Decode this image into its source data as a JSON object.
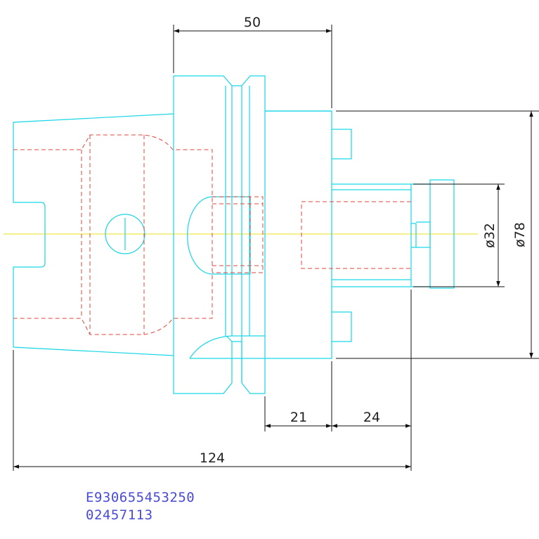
{
  "dimensions": {
    "top_width": "50",
    "diameter_outer": "ø78",
    "diameter_shank": "ø32",
    "flange_to_face": "21",
    "face_to_shank_end": "24",
    "overall_length": "124"
  },
  "part_codes": {
    "line1": "E930655453250",
    "line2": "02457113"
  },
  "colors": {
    "geometry": "#19d6e6",
    "hidden": "#e0443c",
    "dimension": "#111111",
    "centerline": "#e8e01a",
    "code_text": "#4a4ad8"
  }
}
